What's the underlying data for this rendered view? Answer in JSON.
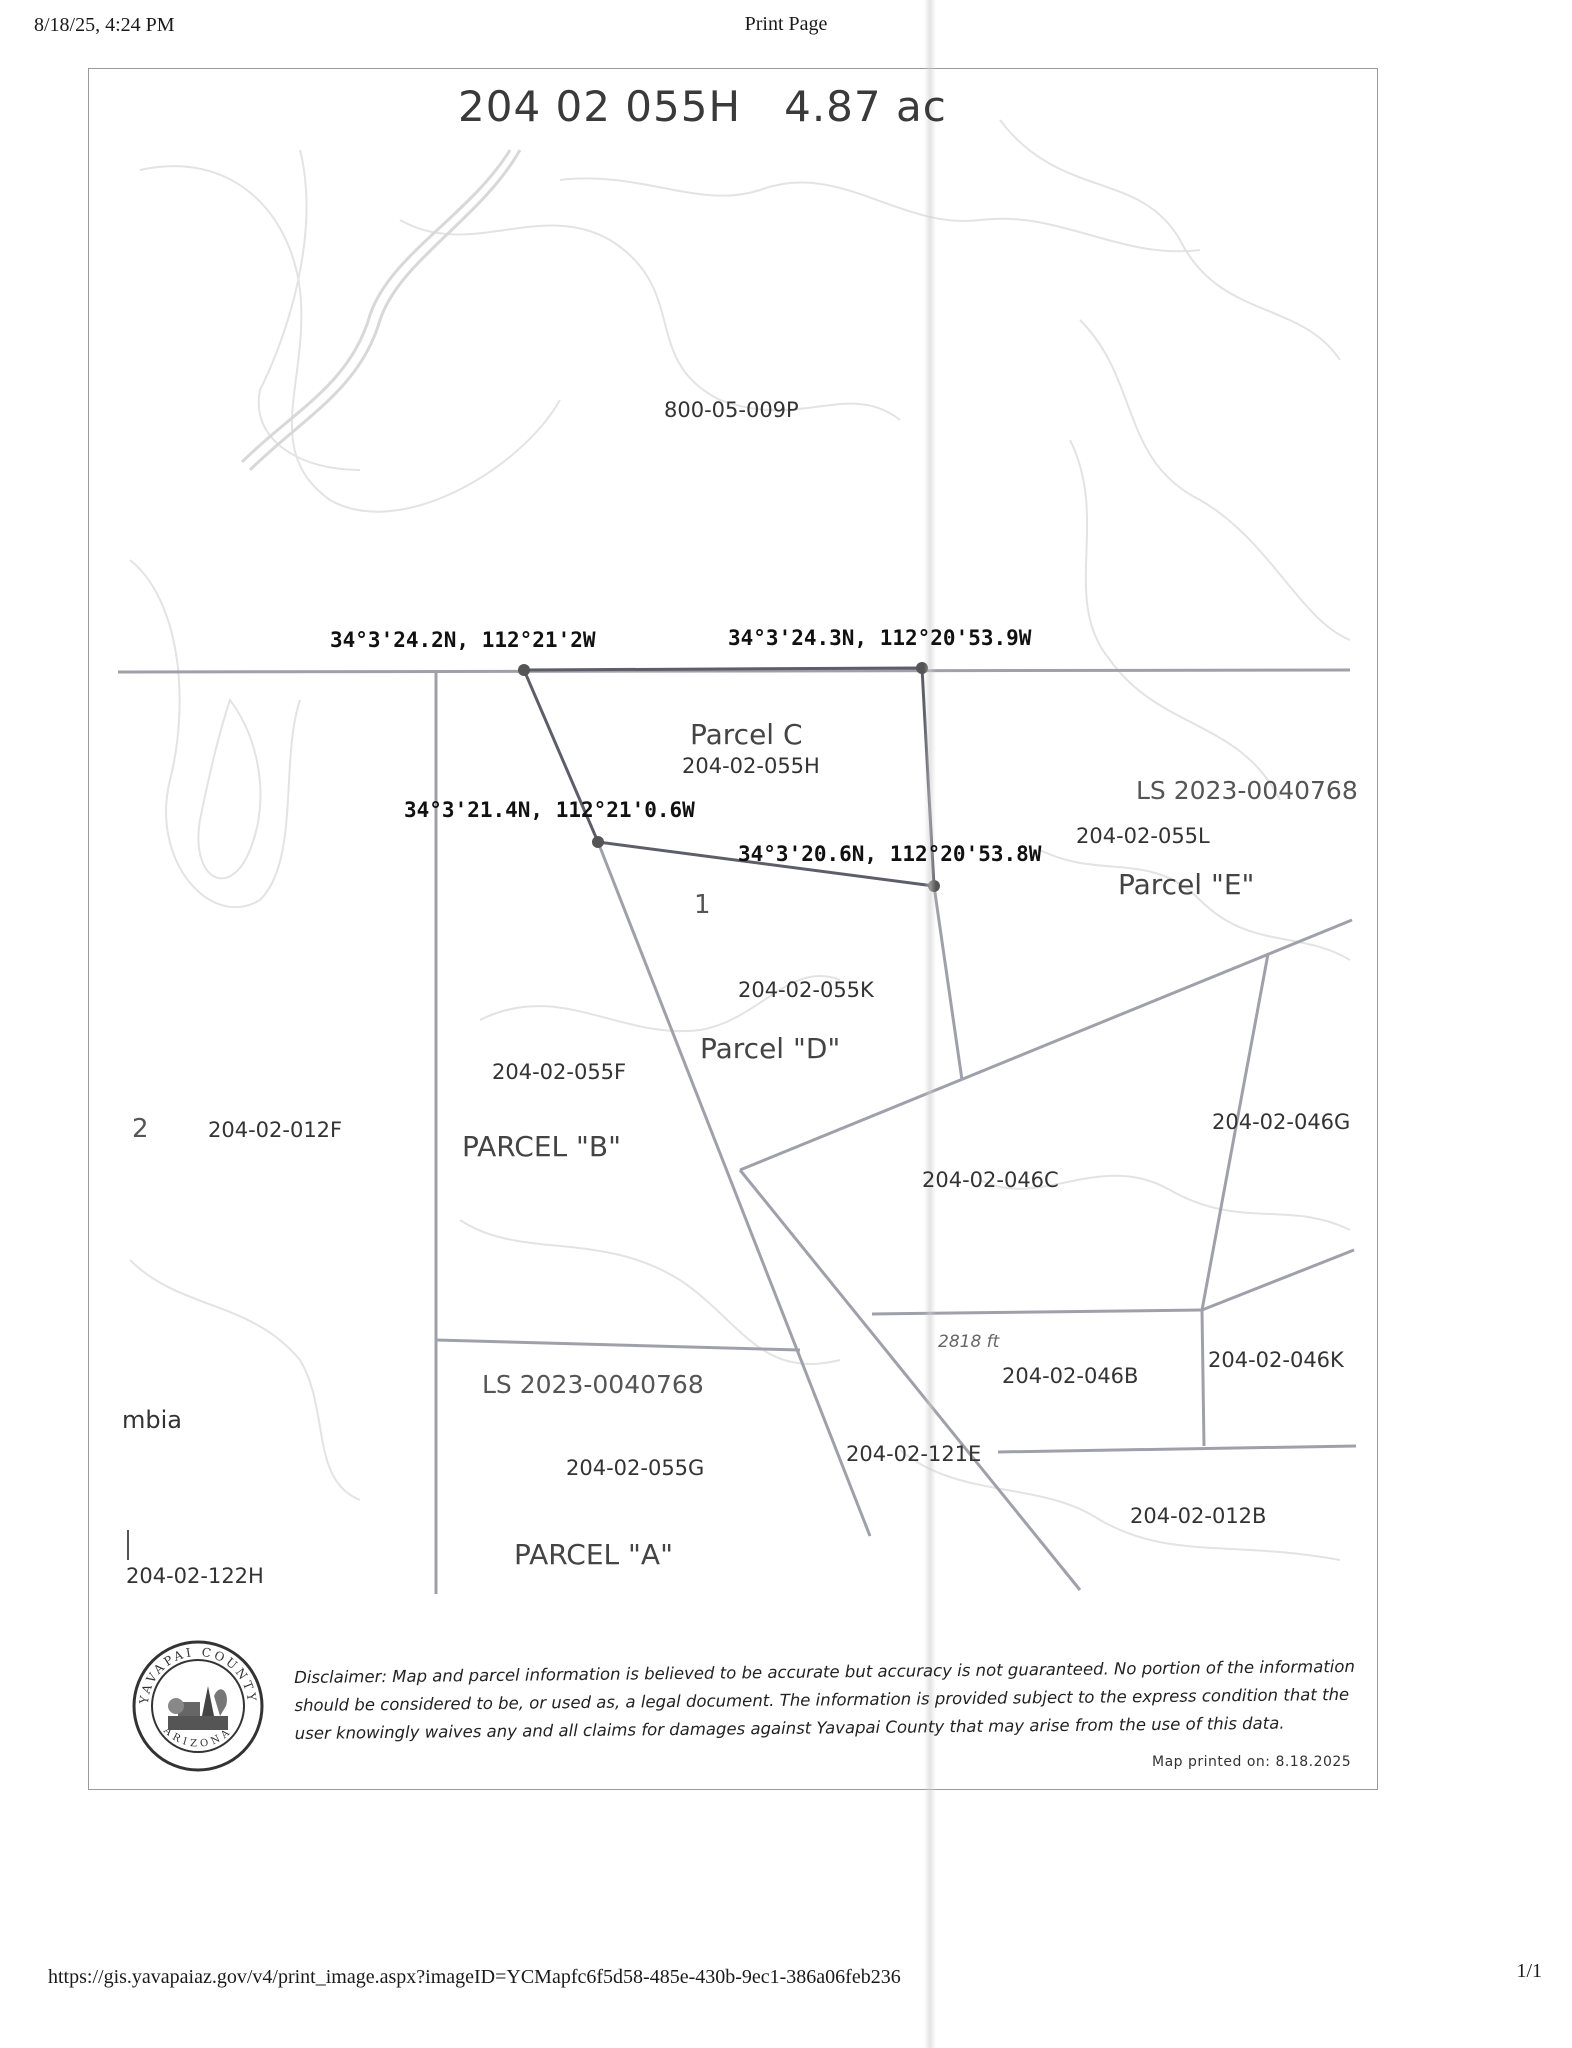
{
  "browser_header": {
    "datetime": "8/18/25, 4:24 PM",
    "page_title": "Print Page"
  },
  "browser_footer": {
    "url": "https://gis.yavapaiaz.gov/v4/print_image.aspx?imageID=YCMapfc6f5d58-485e-430b-9ec1-386a06feb236",
    "page_number": "1/1"
  },
  "map": {
    "title": "204 02 055H   4.87 ac",
    "colors": {
      "parcel_line": "#9e9ea8",
      "selected_outline": "#5a5a66",
      "contour": "#e6e6e6",
      "vertex": "#555555"
    },
    "parcel_labels": {
      "north": "800-05-009P",
      "parcel_c_name": "Parcel C",
      "parcel_c_apn": "204-02-055H",
      "ls_east": "LS 2023-0040768",
      "parcel_e_apn": "204-02-055L",
      "parcel_e_name": "Parcel \"E\"",
      "lot_1": "1",
      "parcel_d_apn": "204-02-055K",
      "parcel_d_name": "Parcel \"D\"",
      "parcel_b_apn": "204-02-055F",
      "parcel_b_name": "PARCEL \"B\"",
      "lot_2": "2",
      "west_apn": "204-02-012F",
      "apn_046g": "204-02-046G",
      "apn_046c": "204-02-046C",
      "elevation": "2818 ft",
      "apn_046b": "204-02-046B",
      "apn_046k": "204-02-046K",
      "ls_south": "LS 2023-0040768",
      "cut_off_name": "mbia",
      "apn_121e": "204-02-121E",
      "parcel_a_apn": "204-02-055G",
      "apn_012b": "204-02-012B",
      "parcel_a_name": "PARCEL \"A\"",
      "apn_122h": "204-02-122H"
    },
    "coordinates": {
      "nw_corner": "34°3'24.2N, 112°21'2W",
      "ne_corner": "34°3'24.3N, 112°20'53.9W",
      "sw_corner": "34°3'21.4N, 112°21'0.6W",
      "se_corner": "34°3'20.6N, 112°20'53.8W"
    },
    "disclaimer": "Disclaimer: Map and parcel information is believed to be accurate but accuracy is not guaranteed. No portion of the information should be considered to be, or used as, a legal document.  The information is provided subject to the express condition that the user knowingly waives any and all claims for damages against Yavapai County that may arise from the use of this data.",
    "printed_on": "Map printed on: 8.18.2025",
    "seal": {
      "top_text": "YAVAPAI COUNTY",
      "bottom_text": "ARIZONA"
    }
  }
}
